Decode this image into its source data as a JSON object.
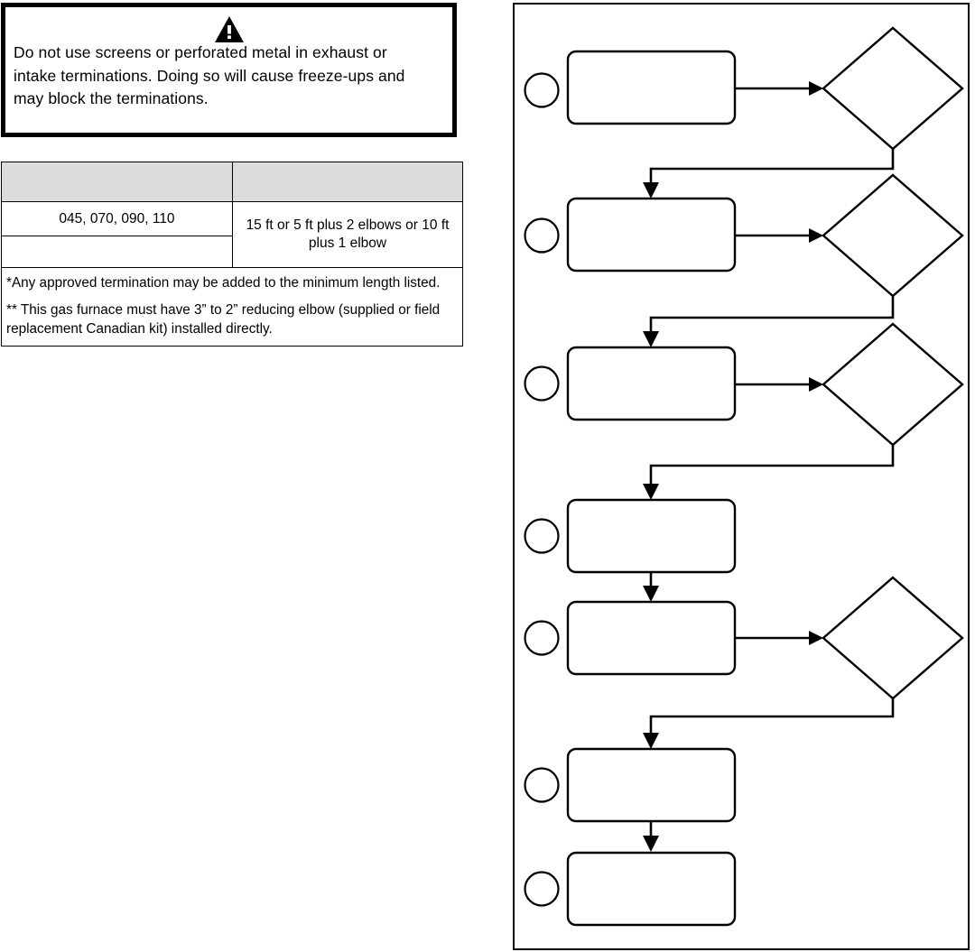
{
  "document": {
    "title": "Furnace vent termination requirements and installation flowchart"
  },
  "warning": {
    "icon": "warning-triangle-icon",
    "line1": "Do not use screens or perforated metal in exhaust or",
    "line2": "intake terminations. Doing so will cause freeze-ups and",
    "line3": "may block the terminations.",
    "full_text": "Do not use screens or perforated metal in exhaust or intake terminations. Doing so will cause freeze-ups and may block the terminations.",
    "border_color": "#000000",
    "background_color": "#ffffff"
  },
  "spec_table": {
    "header_background": "#dcdcdc",
    "columns": [
      "",
      ""
    ],
    "rows": [
      {
        "model": "045, 070, 090, 110",
        "length": "15 ft or 5 ft plus 2 elbows or 10 ft plus 1 elbow"
      },
      {
        "model": "",
        "length": ""
      }
    ],
    "cells": {
      "header_left": "",
      "header_right": "",
      "model_row": "045, 070, 090, 110",
      "blank_row": "",
      "length_value": "15 ft or 5 ft plus 2 elbows or 10 ft plus 1 elbow"
    },
    "notes": [
      "*Any approved termination may be added to the minimum length listed.",
      "** This gas furnace must have 3” to 2” reducing elbow (supplied or field replacement Canadian kit) installed directly."
    ]
  },
  "flowchart": {
    "border_color": "#000000",
    "shape_fill": "#ffffff",
    "shape_stroke": "#000000",
    "steps": [
      {
        "bullet": "",
        "process": "",
        "decision": ""
      },
      {
        "bullet": "",
        "process": "",
        "decision": ""
      },
      {
        "bullet": "",
        "process": "",
        "decision": ""
      },
      {
        "bullet": "",
        "process": "",
        "decision": null
      },
      {
        "bullet": "",
        "process": "",
        "decision": ""
      },
      {
        "bullet": "",
        "process": "",
        "decision": null
      },
      {
        "bullet": "",
        "process": "",
        "decision": null
      }
    ]
  }
}
